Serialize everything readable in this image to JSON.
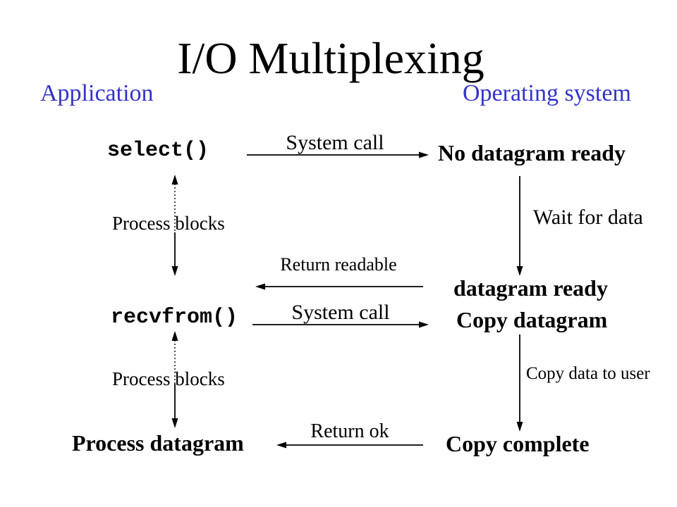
{
  "slide": {
    "title": "I/O Multiplexing",
    "background_color": "#ffffff",
    "line_color": "#000000",
    "heading_color": "#3333cc"
  },
  "columns": {
    "application": "Application",
    "operating_system": "Operating system"
  },
  "application_side": {
    "select_call": "select()",
    "process_blocks_1": "Process blocks",
    "recvfrom_call": "recvfrom()",
    "process_blocks_2": "Process blocks",
    "process_datagram": "Process datagram"
  },
  "os_side": {
    "no_datagram_ready": "No datagram ready",
    "wait_for_data": "Wait for data",
    "datagram_ready": "datagram ready",
    "copy_datagram": "Copy datagram",
    "copy_data_to_user": "Copy data to user",
    "copy_complete": "Copy complete"
  },
  "transitions": {
    "system_call_1": "System call",
    "return_readable": "Return readable",
    "system_call_2": "System call",
    "return_ok": "Return ok"
  }
}
